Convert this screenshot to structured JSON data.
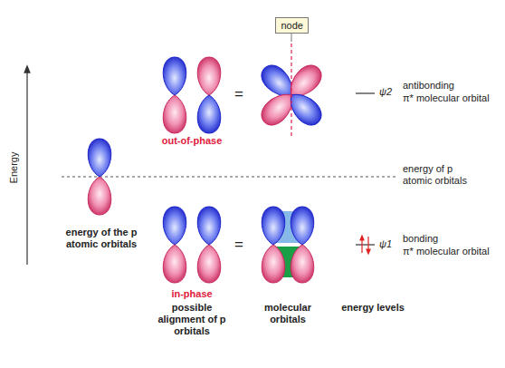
{
  "diagram": {
    "nodes": [
      {
        "text": [
          "node"
        ]
      }
    ],
    "labels": [
      "antibonding",
      "π* molecular orbital",
      "ψ2",
      "energy of p atomic orbitals",
      "energy of the p atomic orbitals",
      "out-of-phase",
      "=",
      "in-phase",
      "=",
      "possible alignment of p orbitals",
      "molecular orbitals",
      "energy levels",
      "ψ1",
      "bonding",
      "π* molecular orbital",
      "Energy"
    ]
  }
}
